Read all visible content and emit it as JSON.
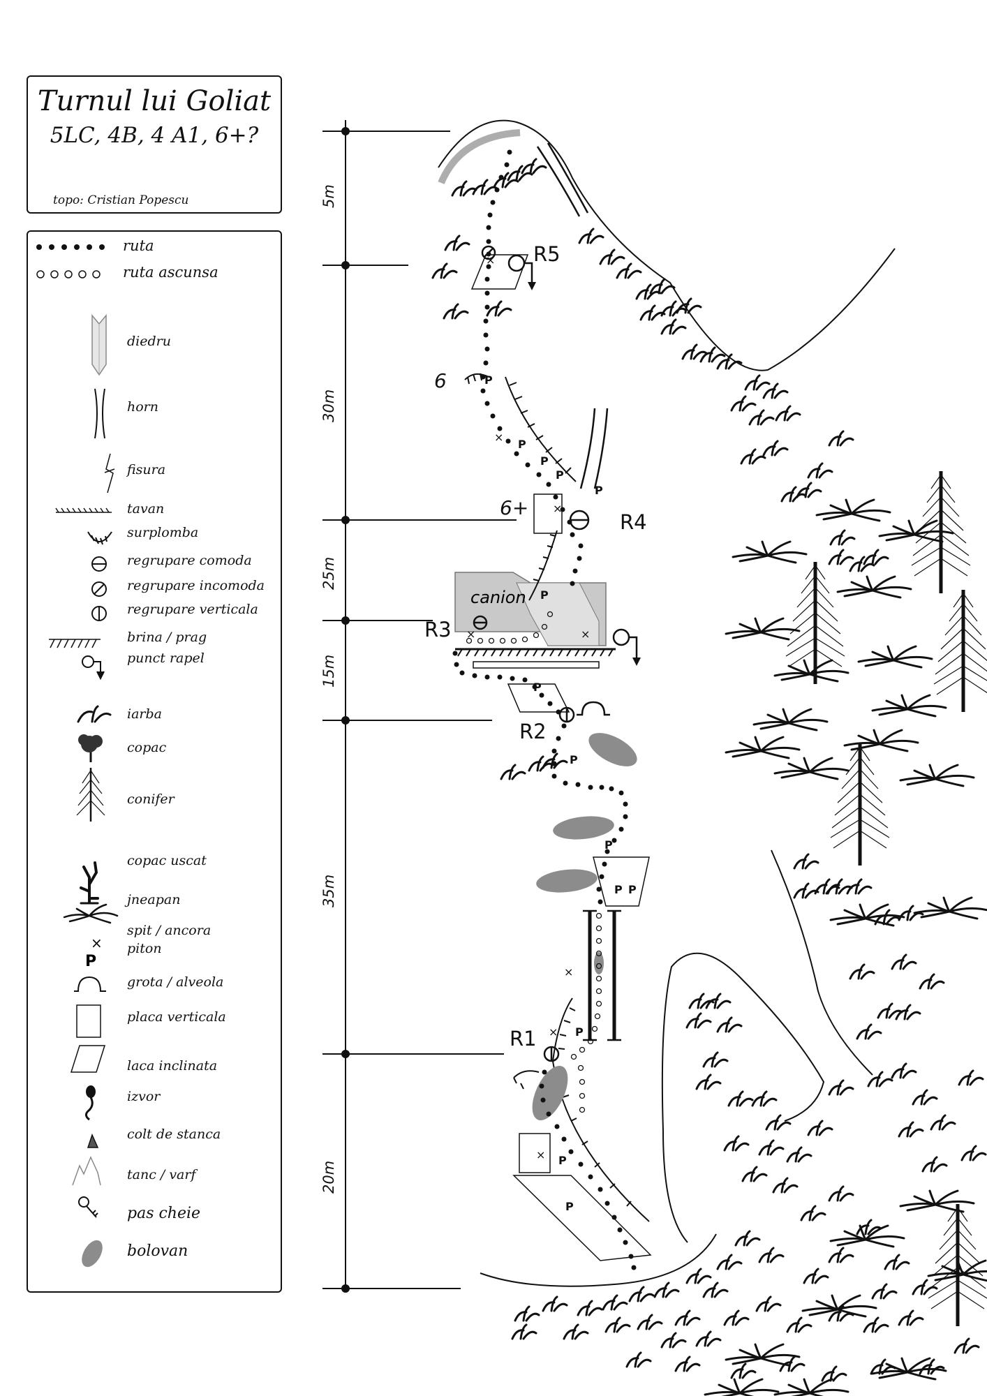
{
  "title": {
    "name": "Turnul lui Goliat",
    "grade": "5LC, 4B,  4 A1, 6+?",
    "author": "topo: Cristian Popescu"
  },
  "legend": [
    {
      "symbol": "route-dots-icon",
      "label": "ruta"
    },
    {
      "symbol": "hidden-route-icon",
      "label": "ruta ascunsa"
    },
    {
      "symbol": "dihedral-icon",
      "label": "diedru"
    },
    {
      "symbol": "chimney-icon",
      "label": "horn"
    },
    {
      "symbol": "crack-icon",
      "label": "fisura"
    },
    {
      "symbol": "roof-icon",
      "label": "tavan"
    },
    {
      "symbol": "overhang-icon",
      "label": "surplomba"
    },
    {
      "symbol": "belay-comfortable-icon",
      "label": "regrupare comoda"
    },
    {
      "symbol": "belay-uncomfortable-icon",
      "label": "regrupare incomoda"
    },
    {
      "symbol": "belay-vertical-icon",
      "label": "regrupare verticala"
    },
    {
      "symbol": "ledge-icon",
      "label": "brina / prag"
    },
    {
      "symbol": "rappel-point-icon",
      "label": "punct rapel"
    },
    {
      "symbol": "grass-icon",
      "label": "iarba"
    },
    {
      "symbol": "tree-icon",
      "label": "copac"
    },
    {
      "symbol": "conifer-icon",
      "label": "conifer"
    },
    {
      "symbol": "dead-tree-icon",
      "label": "copac uscat"
    },
    {
      "symbol": "dwarf-pine-icon",
      "label": "jneapan"
    },
    {
      "symbol": "bolt-icon",
      "label": "spit / ancora"
    },
    {
      "symbol": "piton-icon",
      "label": "piton"
    },
    {
      "symbol": "cave-icon",
      "label": "grota / alveola"
    },
    {
      "symbol": "vertical-slab-icon",
      "label": "placa verticala"
    },
    {
      "symbol": "inclined-slab-icon",
      "label": "laca inclinata"
    },
    {
      "symbol": "spring-icon",
      "label": "izvor"
    },
    {
      "symbol": "rock-spike-icon",
      "label": "colt de stanca"
    },
    {
      "symbol": "peak-icon",
      "label": "tanc / varf"
    },
    {
      "symbol": "key-step-icon",
      "label": "pas cheie"
    },
    {
      "symbol": "boulder-icon",
      "label": "bolovan"
    }
  ],
  "scale": {
    "sections": [
      "5m",
      "30m",
      "25m",
      "15m",
      "35m",
      "20m"
    ]
  },
  "belays": [
    "R5",
    "R4",
    "R3",
    "R2",
    "R1"
  ],
  "grades_on_route": [
    "6",
    "6+"
  ],
  "features": {
    "canyon_label": "canion",
    "bolt_symbol": "×",
    "piton_symbol": "P"
  },
  "colors": {
    "ink": "#111111",
    "rock_fill": "#cfcfcf",
    "boulder_fill": "#8c8c8c"
  }
}
